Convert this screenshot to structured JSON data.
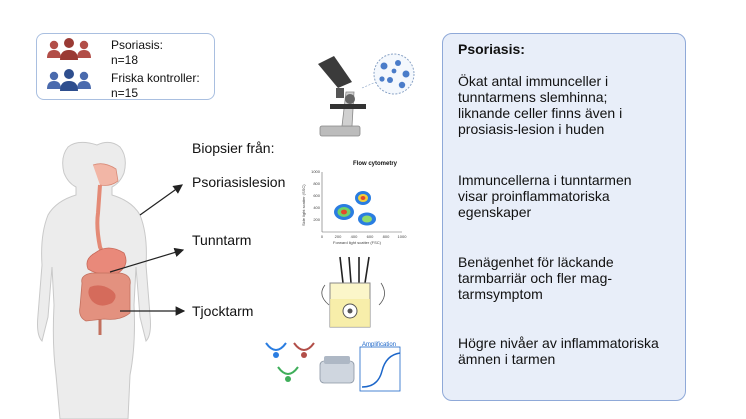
{
  "legend": {
    "psoriasis_label": "Psoriasis:",
    "psoriasis_n": "n=18",
    "controls_label": "Friska kontroller:",
    "controls_n": "n=15",
    "psoriasis_color": "#b24e48",
    "controls_color": "#2e4e8e"
  },
  "biopsy": {
    "heading": "Biopsier från:",
    "sites": [
      "Psoriasislesion",
      "Tunntarm",
      "Tjocktarm"
    ]
  },
  "methods": {
    "flow_title": "Flow cytometry",
    "flow_xlabel": "Forward light scatter (FSC)",
    "flow_ylabel": "Side light scatter (SSC)",
    "flow_xticks": [
      "0",
      "200",
      "400",
      "600",
      "800",
      "1000"
    ],
    "flow_yticks": [
      "200",
      "400",
      "600",
      "800",
      "1000"
    ],
    "pcr_label": "Amplification"
  },
  "panel": {
    "title": "Psoriasis:",
    "findings": [
      [
        "Ökat antal immunceller i",
        "tunntarmens slemhinna;",
        "liknande celler finns även i",
        "prosiasis-lesion i huden"
      ],
      [
        "Immuncellerna i tunntarmen",
        "visar proinflammatoriska",
        "egenskaper"
      ],
      [
        "Benägenhet för läckande",
        "tarmbarriär och fler mag-",
        "tarmsymptom"
      ],
      [
        "Högre nivåer av inflammatoriska",
        "ämnen i tarmen"
      ]
    ]
  },
  "colors": {
    "panel_bg": "#e8eef9",
    "panel_border": "#8fa9d8",
    "legend_border": "#a9bfe0"
  }
}
